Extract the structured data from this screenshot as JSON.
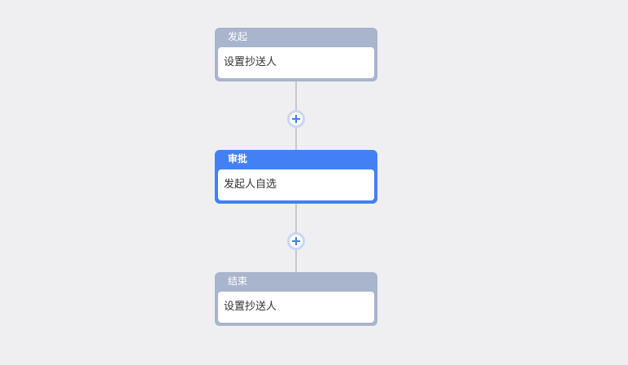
{
  "nodes": [
    {
      "title": "发起",
      "content": "设置抄送人"
    },
    {
      "title": "审批",
      "content": "发起人自选"
    },
    {
      "title": "结束",
      "content": "设置抄送人"
    }
  ],
  "add_button_icon": "plus-icon",
  "colors": {
    "background": "#efeff2",
    "node_gray": "#a9b4cd",
    "node_active": "#4380f5",
    "connector": "#c8c8cc",
    "add_ring": "#c9d6f7"
  }
}
